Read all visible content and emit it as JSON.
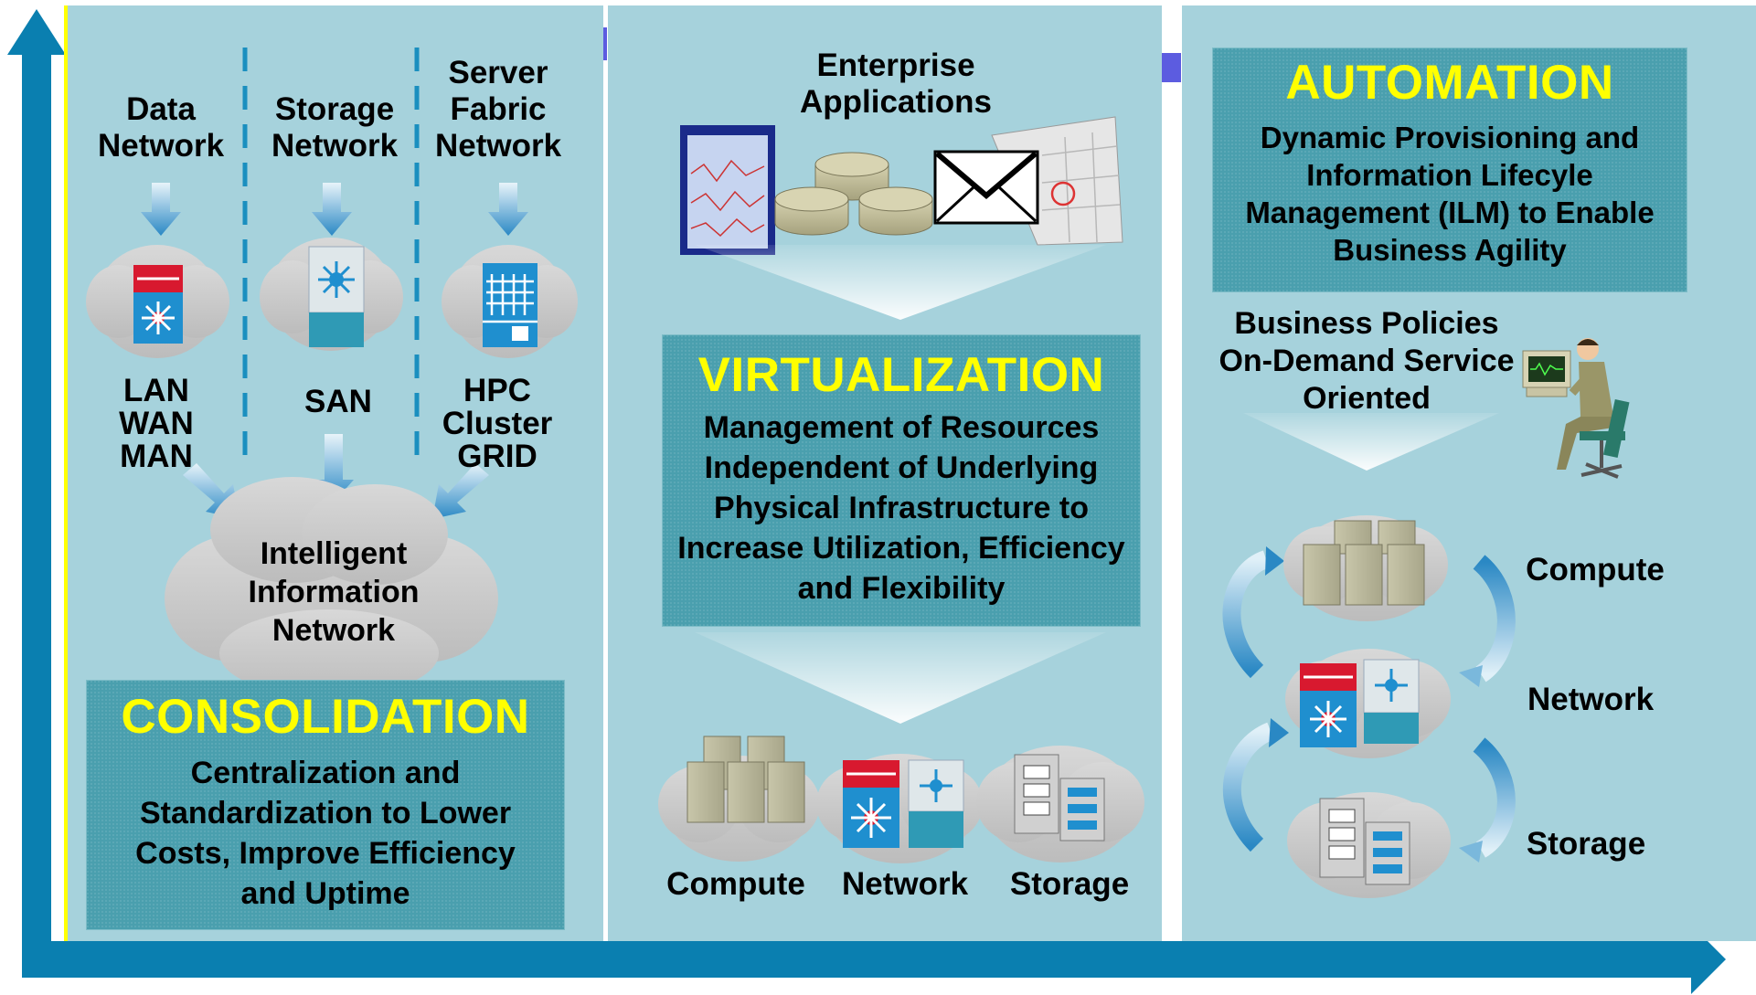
{
  "consolidation": {
    "inputs": [
      {
        "label": "Data Network",
        "network": "LAN WAN MAN"
      },
      {
        "label": "Storage Network",
        "network": "SAN"
      },
      {
        "label": "Server Fabric Network",
        "network": "HPC Cluster GRID"
      }
    ],
    "cloud_label": "Intelligent Information Network",
    "title": "CONSOLIDATION",
    "description": "Centralization and Standardization to Lower Costs, Improve Efficiency and Uptime"
  },
  "virtualization": {
    "apps_label": "Enterprise Applications",
    "title": "VIRTUALIZATION",
    "description": "Management of Resources Independent of Underlying Physical Infrastructure to Increase Utilization, Efficiency and Flexibility",
    "resources": [
      "Compute",
      "Network",
      "Storage"
    ]
  },
  "automation": {
    "title": "AUTOMATION",
    "description": "Dynamic Provisioning and Information Lifecyle Management (ILM) to Enable Business Agility",
    "policies": "Business Policies On-Demand Service Oriented",
    "resources": [
      "Compute",
      "Network",
      "Storage"
    ]
  },
  "colors": {
    "panel": "#a6d2dc",
    "title_box": "#4a9fae",
    "title_text": "#ffff00",
    "axis_arrow": "#0a7fb0"
  }
}
